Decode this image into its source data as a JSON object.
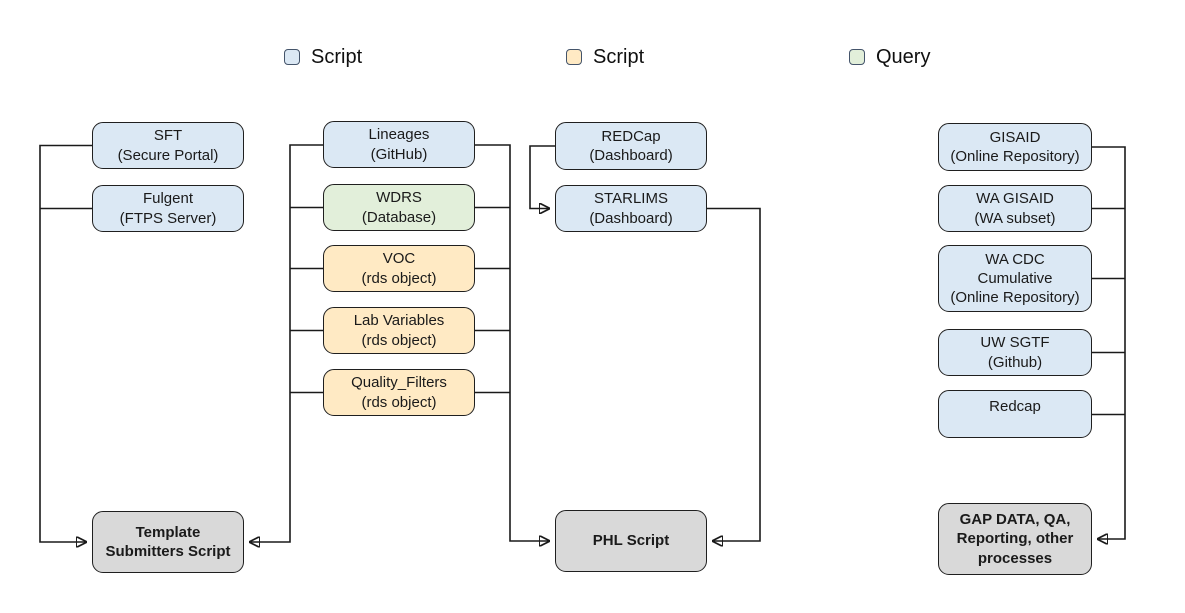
{
  "palette": {
    "script_blue": "#DBE8F4",
    "script_yellow": "#FFEAC4",
    "query_green": "#E2EFDA",
    "process_gray": "#D9D9D9",
    "line": "#1A1A1A"
  },
  "legend": {
    "items": [
      {
        "label": "Script",
        "type": "script-blue"
      },
      {
        "label": "Script",
        "type": "script-yellow"
      },
      {
        "label": "Query",
        "type": "query-green"
      }
    ]
  },
  "nodes": {
    "sft": {
      "label": "SFT\n(Secure Portal)",
      "type": "script-blue"
    },
    "fulgent": {
      "label": "Fulgent\n(FTPS Server)",
      "type": "script-blue"
    },
    "lineages": {
      "label": "Lineages\n(GitHub)",
      "type": "script-blue"
    },
    "wdrs": {
      "label": "WDRS\n(Database)",
      "type": "query-green"
    },
    "voc": {
      "label": "VOC\n(rds object)",
      "type": "script-yellow"
    },
    "lab_variables": {
      "label": "Lab Variables\n(rds object)",
      "type": "script-yellow"
    },
    "quality_filters": {
      "label": "Quality_Filters\n(rds object)",
      "type": "script-yellow"
    },
    "redcap_dashboard": {
      "label": "REDCap\n(Dashboard)",
      "type": "script-blue"
    },
    "starlims": {
      "label": "STARLIMS\n(Dashboard)",
      "type": "script-blue"
    },
    "gisaid": {
      "label": "GISAID\n(Online Repository)",
      "type": "script-blue"
    },
    "wa_gisaid": {
      "label": "WA GISAID\n(WA subset)",
      "type": "script-blue"
    },
    "wa_cdc": {
      "label": "WA CDC\nCumulative\n(Online Repository)",
      "type": "script-blue"
    },
    "uw_sgtf": {
      "label": "UW SGTF\n(Github)",
      "type": "script-blue"
    },
    "redcap": {
      "label": "Redcap",
      "type": "script-blue"
    },
    "template_submitters": {
      "label": "Template\nSubmitters Script",
      "type": "process-gray"
    },
    "phl_script": {
      "label": "PHL Script",
      "type": "process-gray"
    },
    "gap_data": {
      "label": "GAP DATA, QA,\nReporting, other\nprocesses",
      "type": "process-gray"
    }
  },
  "edges": [
    {
      "from": "sft",
      "to": "template_submitters"
    },
    {
      "from": "fulgent",
      "to": "template_submitters"
    },
    {
      "from": "lineages",
      "to": "template_submitters"
    },
    {
      "from": "wdrs",
      "to": "template_submitters"
    },
    {
      "from": "voc",
      "to": "template_submitters"
    },
    {
      "from": "lab_variables",
      "to": "template_submitters"
    },
    {
      "from": "quality_filters",
      "to": "template_submitters"
    },
    {
      "from": "lineages",
      "to": "phl_script"
    },
    {
      "from": "wdrs",
      "to": "phl_script"
    },
    {
      "from": "voc",
      "to": "phl_script"
    },
    {
      "from": "lab_variables",
      "to": "phl_script"
    },
    {
      "from": "quality_filters",
      "to": "phl_script"
    },
    {
      "from": "redcap_dashboard",
      "to": "starlims"
    },
    {
      "from": "starlims",
      "to": "phl_script"
    },
    {
      "from": "gisaid",
      "to": "gap_data"
    },
    {
      "from": "wa_gisaid",
      "to": "gap_data"
    },
    {
      "from": "wa_cdc",
      "to": "gap_data"
    },
    {
      "from": "uw_sgtf",
      "to": "gap_data"
    },
    {
      "from": "redcap",
      "to": "gap_data"
    }
  ]
}
